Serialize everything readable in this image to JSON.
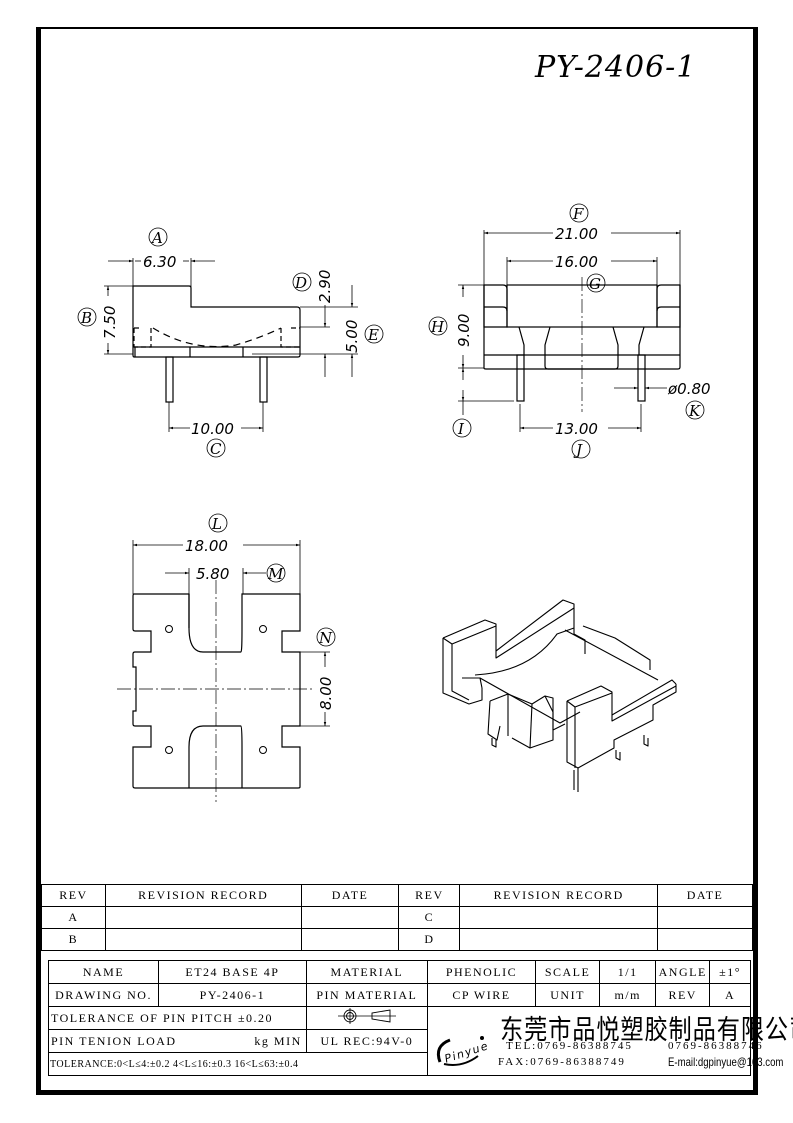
{
  "drawing": {
    "part_number": "PY-2406-1",
    "side_view": {
      "dims": [
        {
          "label": "A",
          "value": "6.30"
        },
        {
          "label": "B",
          "value": "7.50"
        },
        {
          "label": "C",
          "value": "10.00"
        },
        {
          "label": "D",
          "value": "2.90"
        },
        {
          "label": "E",
          "value": "5.00"
        }
      ]
    },
    "front_view": {
      "dims": [
        {
          "label": "F",
          "value": "21.00"
        },
        {
          "label": "G",
          "value": "16.00"
        },
        {
          "label": "H",
          "value": "9.00"
        },
        {
          "label": "I",
          "value": ""
        },
        {
          "label": "J",
          "value": "13.00"
        },
        {
          "label": "K",
          "value": "ø0.80"
        }
      ]
    },
    "top_view": {
      "dims": [
        {
          "label": "L",
          "value": "18.00"
        },
        {
          "label": "M",
          "value": "5.80"
        },
        {
          "label": "N",
          "value": "8.00"
        }
      ]
    }
  },
  "revision_table": {
    "headers": [
      "REV",
      "REVISION RECORD",
      "DATE",
      "REV",
      "REVISION RECORD",
      "DATE"
    ],
    "rows": [
      [
        "A",
        "",
        "",
        "C",
        "",
        ""
      ],
      [
        "B",
        "",
        "",
        "D",
        "",
        ""
      ]
    ]
  },
  "title_block": {
    "name_label": "NAME",
    "name_value": "ET24 BASE 4P",
    "material_label": "MATERIAL",
    "material_value": "PHENOLIC",
    "scale_label": "SCALE",
    "scale_value": "1/1",
    "angle_label": "ANGLE",
    "angle_value": "±1°",
    "drawing_no_label": "DRAWING NO.",
    "drawing_no_value": "PY-2406-1",
    "pin_material_label": "PIN MATERIAL",
    "pin_material_value": "CP WIRE",
    "unit_label": "UNIT",
    "unit_value": "m/m",
    "rev_label": "REV",
    "rev_value": "A",
    "pin_pitch_tolerance": "TOLERANCE OF PIN PITCH ±0.20",
    "pin_tension_load": "PIN TENION LOAD",
    "pin_tension_unit": "kg MIN",
    "ul_rec": "UL REC:94V-0",
    "tolerance_note": "TOLERANCE:0<L≤4:±0.2  4<L≤16:±0.3  16<L≤63:±0.4",
    "company": {
      "logo_text": "Pinyue",
      "name": "东莞市品悦塑胶制品有限公司",
      "tel": "TEL:0769-86388745",
      "tel2": "0769-86388746",
      "fax": "FAX:0769-86388749",
      "email": "E-mail:dgpinyue@163.com"
    }
  }
}
